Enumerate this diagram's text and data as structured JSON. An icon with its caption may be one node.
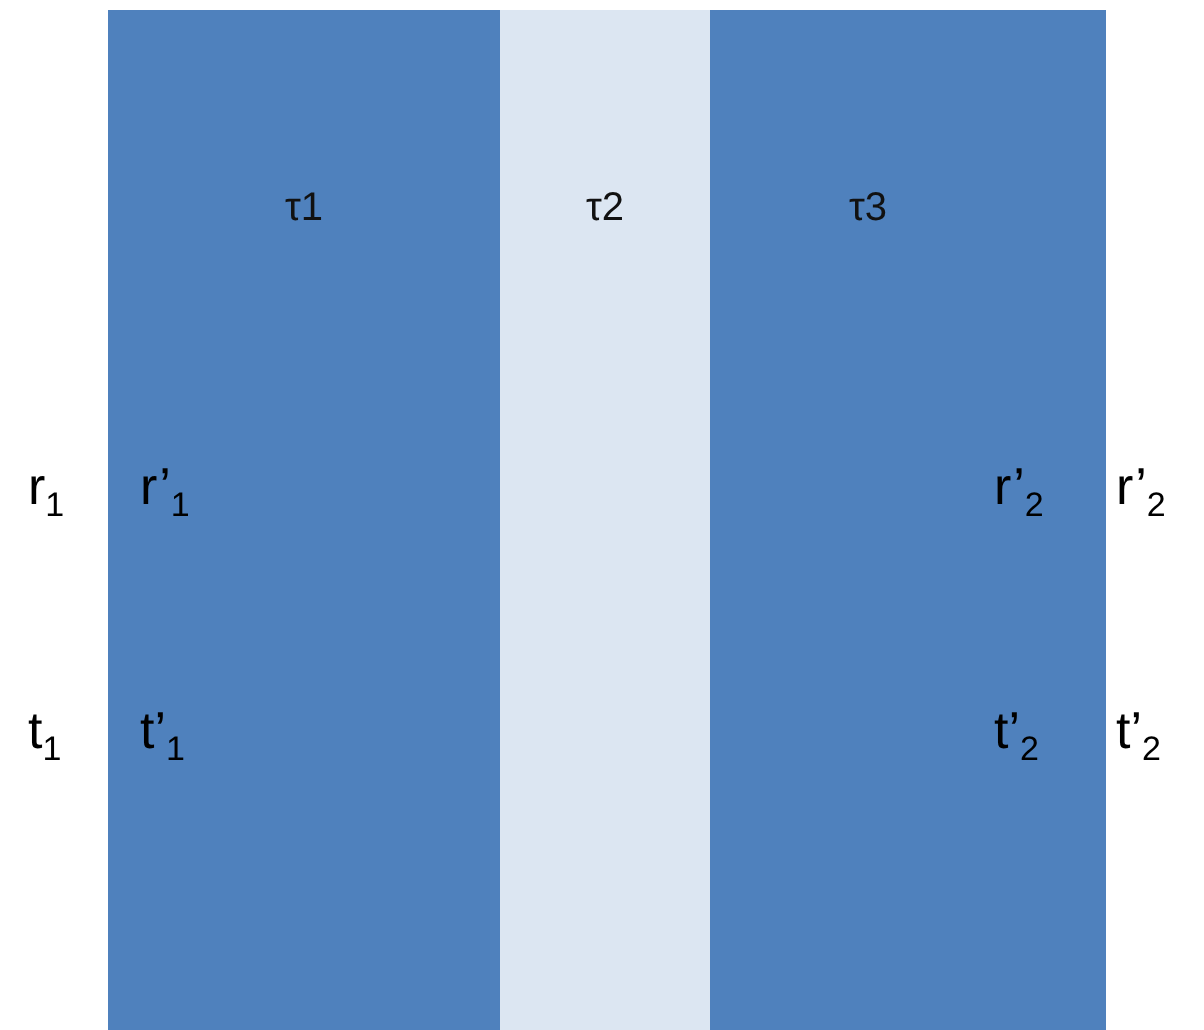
{
  "diagram": {
    "nodes": [
      {
        "text": [
          "τ1"
        ]
      },
      {
        "text": [
          "τ2"
        ]
      },
      {
        "text": [
          "τ3"
        ]
      }
    ],
    "labels": [
      "r$_{1}$",
      "r’$_{1}$",
      "r’$_{2}$",
      "r’$_{2}$",
      "t$_{1}$",
      "t’$_{1}$",
      "t’$_{2}$",
      "t’$_{2}$"
    ]
  }
}
